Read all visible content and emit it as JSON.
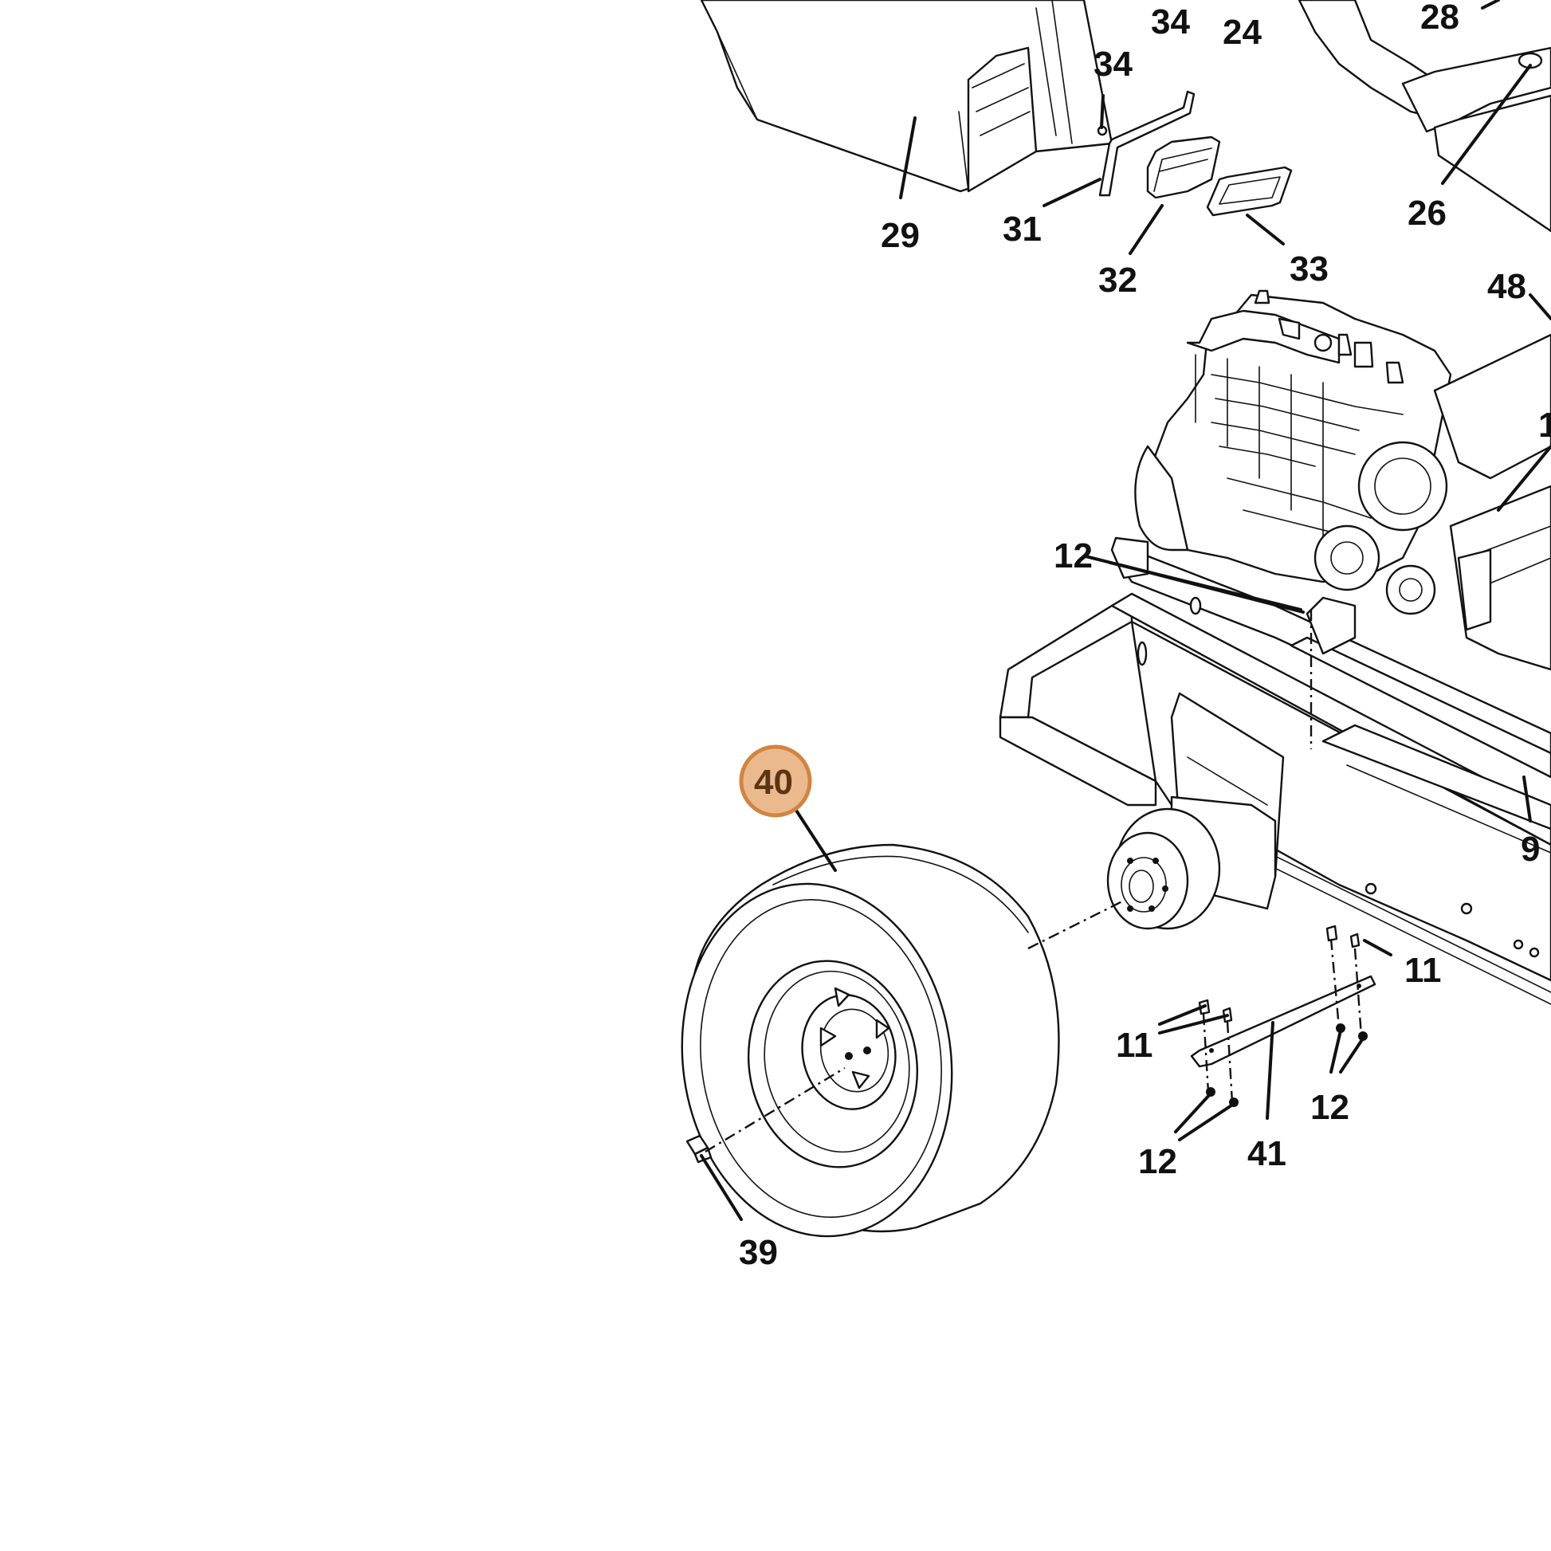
{
  "diagram": {
    "highlight_color_fill": "#eab98e",
    "highlight_color_stroke": "#d2843e",
    "highlight_text_color": "#5a3413",
    "callouts": {
      "c29": "29",
      "c31": "31",
      "c32": "32",
      "c33": "33",
      "c34a": "34",
      "c34b": "34",
      "c24": "24",
      "c28": "28",
      "c26": "26",
      "c48": "48",
      "c1": "1",
      "c12a": "12",
      "c9": "9",
      "c11a": "11",
      "c11b": "11",
      "c12b": "12",
      "c12c": "12",
      "c41": "41",
      "c40": "40",
      "c39": "39"
    }
  }
}
